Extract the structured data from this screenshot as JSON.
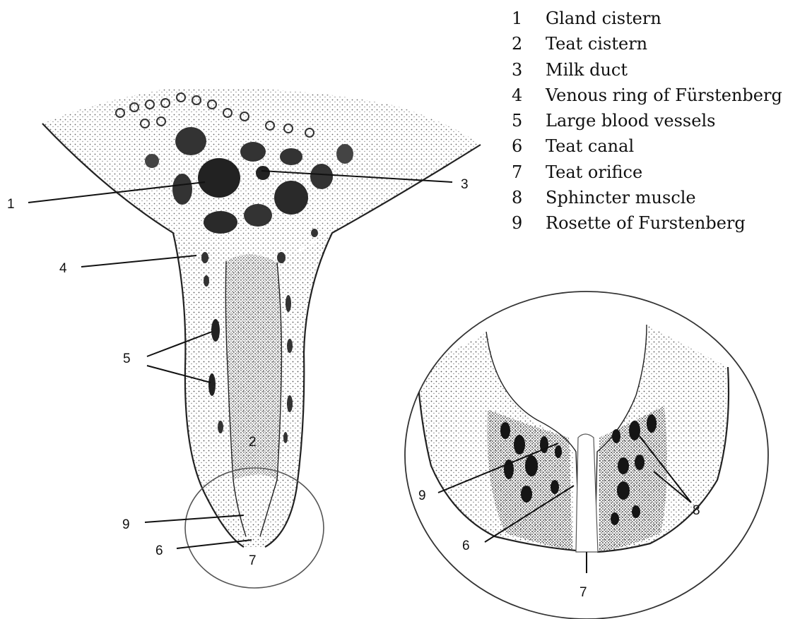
{
  "legend": [
    {
      "num": "1",
      "label": "Gland cistern"
    },
    {
      "num": "2",
      "label": "Teat cistern"
    },
    {
      "num": "3",
      "label": "Milk duct"
    },
    {
      "num": "4",
      "label": "Venous ring of Fürstenberg"
    },
    {
      "num": "5",
      "label": "Large blood vessels"
    },
    {
      "num": "6",
      "label": "Teat canal"
    },
    {
      "num": "7",
      "label": "Teat orifice"
    },
    {
      "num": "8",
      "label": "Sphincter muscle"
    },
    {
      "num": "9",
      "label": "Rosette of Furstenberg"
    }
  ],
  "callouts": {
    "main": {
      "gland_cistern": "1",
      "teat_cistern": "2",
      "milk_duct": "3",
      "venous_ring": "4",
      "blood_vessels": "5",
      "teat_canal": "6",
      "teat_orifice": "7",
      "rosette": "9"
    },
    "inset": {
      "rosette": "9",
      "teat_canal": "6",
      "teat_orifice": "7",
      "sphincter": "8"
    }
  }
}
